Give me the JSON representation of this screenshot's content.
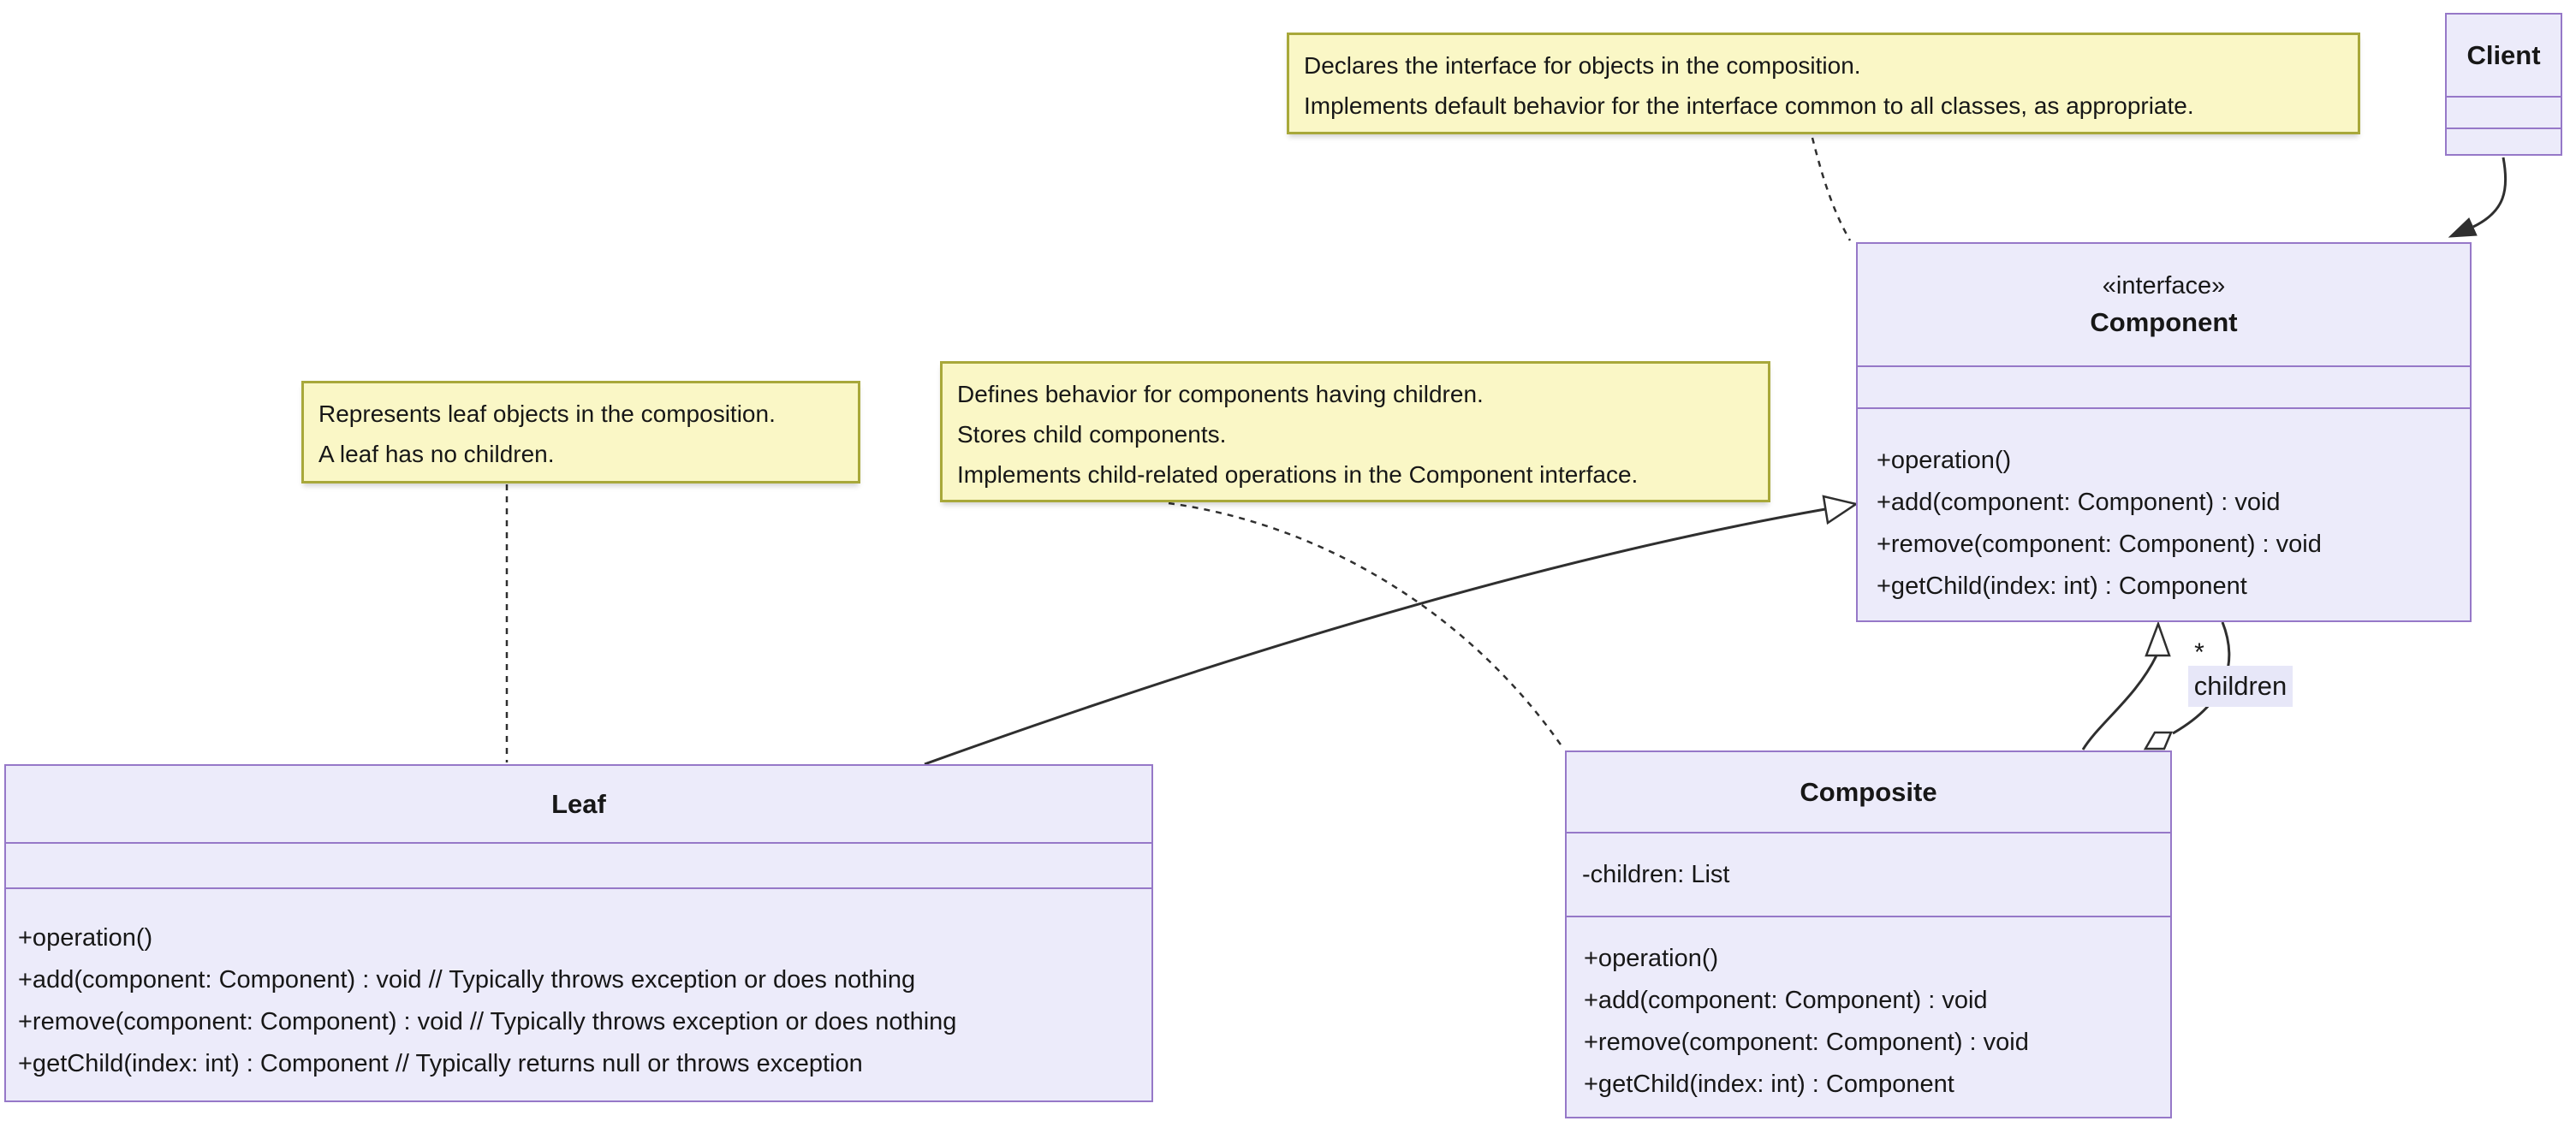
{
  "notes": {
    "component": {
      "lines": [
        "Declares the interface for objects in the composition.",
        "Implements default behavior for the interface common to all classes, as appropriate."
      ]
    },
    "leaf": {
      "lines": [
        "Represents leaf objects in the composition.",
        "A leaf has no children."
      ]
    },
    "composite": {
      "lines": [
        "Defines behavior for components having children.",
        "Stores child components.",
        "Implements child-related operations in the Component interface."
      ]
    }
  },
  "classes": {
    "client": {
      "name": "Client"
    },
    "component": {
      "stereotype": "«interface»",
      "name": "Component",
      "methods": [
        "+operation()",
        "+add(component: Component) : void",
        "+remove(component: Component) : void",
        "+getChild(index: int) : Component"
      ]
    },
    "leaf": {
      "name": "Leaf",
      "methods": [
        "+operation()",
        "+add(component: Component) : void // Typically throws exception or does nothing",
        "+remove(component: Component) : void // Typically throws exception or does nothing",
        "+getChild(index: int) : Component // Typically returns null or throws exception"
      ]
    },
    "composite": {
      "name": "Composite",
      "attributes": [
        "-children: List"
      ],
      "methods": [
        "+operation()",
        "+add(component: Component) : void",
        "+remove(component: Component) : void",
        "+getChild(index: int) : Component"
      ]
    }
  },
  "relations": {
    "children_label": "children",
    "children_multiplicity": "*"
  },
  "colors": {
    "class_fill": "#ECEBFA",
    "class_border": "#9678C8",
    "note_fill": "#FAF7C6",
    "note_border": "#A8A83A",
    "edge": "#2F2F2F"
  }
}
